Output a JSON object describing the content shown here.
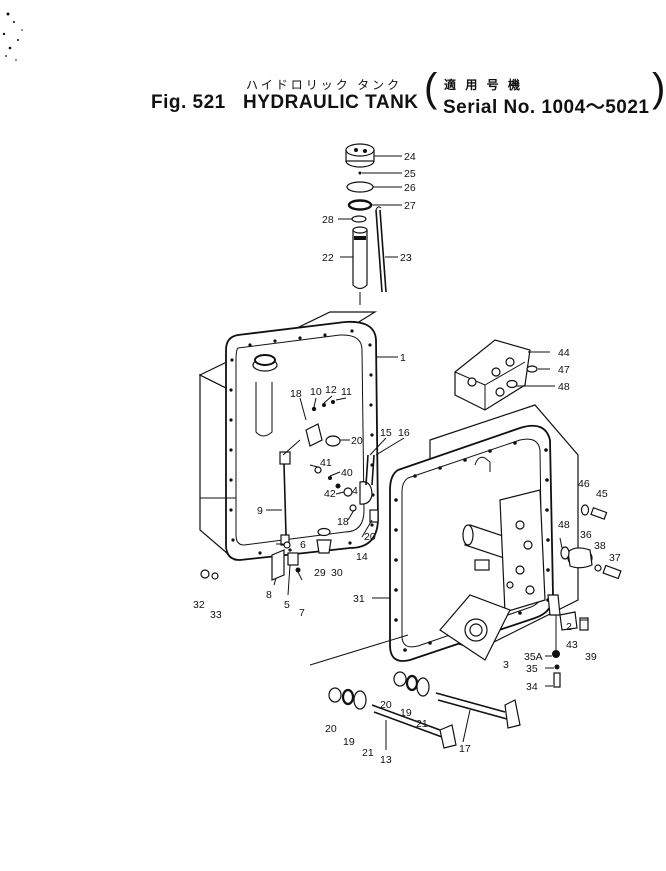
{
  "header": {
    "jp_title": "ハイドロリック タンク",
    "jp_serial_note": "適 用 号 機",
    "fig_label": "Fig. 521",
    "title": "HYDRAULIC TANK",
    "serial": "Serial No. 1004～5021"
  },
  "callouts": [
    {
      "id": "c24",
      "text": "24"
    },
    {
      "id": "c25",
      "text": "25"
    },
    {
      "id": "c26",
      "text": "26"
    },
    {
      "id": "c27",
      "text": "27"
    },
    {
      "id": "c28",
      "text": "28"
    },
    {
      "id": "c22",
      "text": "22"
    },
    {
      "id": "c23",
      "text": "23"
    },
    {
      "id": "c1",
      "text": "1"
    },
    {
      "id": "c18a",
      "text": "18"
    },
    {
      "id": "c10",
      "text": "10"
    },
    {
      "id": "c12",
      "text": "12"
    },
    {
      "id": "c11",
      "text": "11"
    },
    {
      "id": "c20a",
      "text": "20"
    },
    {
      "id": "c15",
      "text": "15"
    },
    {
      "id": "c16",
      "text": "16"
    },
    {
      "id": "c41",
      "text": "41"
    },
    {
      "id": "c40",
      "text": "40"
    },
    {
      "id": "c42",
      "text": "42"
    },
    {
      "id": "c4",
      "text": "4"
    },
    {
      "id": "c9",
      "text": "9"
    },
    {
      "id": "c18b",
      "text": "18"
    },
    {
      "id": "c20b",
      "text": "20"
    },
    {
      "id": "c14",
      "text": "14"
    },
    {
      "id": "c6",
      "text": "6"
    },
    {
      "id": "c29",
      "text": "29"
    },
    {
      "id": "c30",
      "text": "30"
    },
    {
      "id": "c8",
      "text": "8"
    },
    {
      "id": "c5",
      "text": "5"
    },
    {
      "id": "c7",
      "text": "7"
    },
    {
      "id": "c32",
      "text": "32"
    },
    {
      "id": "c33",
      "text": "33"
    },
    {
      "id": "c31",
      "text": "31"
    },
    {
      "id": "c44",
      "text": "44"
    },
    {
      "id": "c47",
      "text": "47"
    },
    {
      "id": "c48a",
      "text": "48"
    },
    {
      "id": "c46",
      "text": "46"
    },
    {
      "id": "c45",
      "text": "45"
    },
    {
      "id": "c48b",
      "text": "48"
    },
    {
      "id": "c36",
      "text": "36"
    },
    {
      "id": "c38",
      "text": "38"
    },
    {
      "id": "c37",
      "text": "37"
    },
    {
      "id": "c2",
      "text": "2"
    },
    {
      "id": "c43",
      "text": "43"
    },
    {
      "id": "c39",
      "text": "39"
    },
    {
      "id": "c3",
      "text": "3"
    },
    {
      "id": "c35A",
      "text": "35A"
    },
    {
      "id": "c35",
      "text": "35"
    },
    {
      "id": "c34",
      "text": "34"
    },
    {
      "id": "c20c",
      "text": "20"
    },
    {
      "id": "c19a",
      "text": "19"
    },
    {
      "id": "c21a",
      "text": "21"
    },
    {
      "id": "c20d",
      "text": "20"
    },
    {
      "id": "c19b",
      "text": "19"
    },
    {
      "id": "c21b",
      "text": "21"
    },
    {
      "id": "c13",
      "text": "13"
    },
    {
      "id": "c17",
      "text": "17"
    }
  ]
}
